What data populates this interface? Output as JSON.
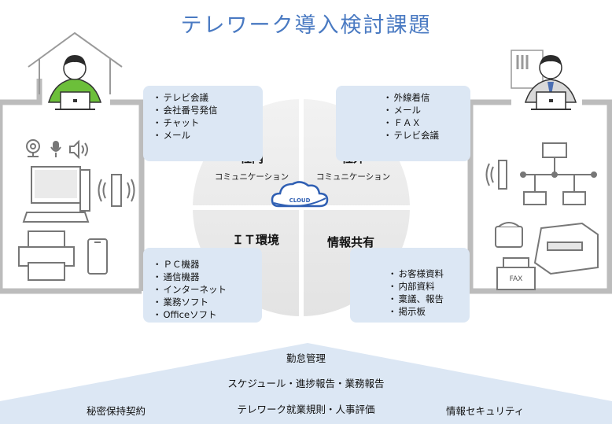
{
  "title": "テレワーク導入検討課題",
  "circle": {
    "top_left": {
      "title": "社内",
      "subtitle": "コミュニケーション"
    },
    "top_right": {
      "title": "社外",
      "subtitle": "コミュニケーション"
    },
    "bottom_left": {
      "title": "ＩＴ環境"
    },
    "bottom_right": {
      "title": "情報共有"
    },
    "cloud_label": "CLOUD"
  },
  "boxes": {
    "top_left": [
      "テレビ会議",
      "会社番号発信",
      "チャット",
      "メール"
    ],
    "top_right": [
      "外線着信",
      "メール",
      "ＦＡＸ",
      "テレビ会議"
    ],
    "bottom_left": [
      "ＰＣ機器",
      "通信機器",
      "インターネット",
      "業務ソフト",
      "Officeソフト"
    ],
    "bottom_right": [
      "お客様資料",
      "内部資料",
      "稟議、報告",
      "掲示板"
    ]
  },
  "foundation": {
    "row1": "勤怠管理",
    "row2": "スケジュール・進捗報告・業務報告",
    "row3_left": "秘密保持契約",
    "row3_center": "テレワーク就業規則・人事評価",
    "row3_right": "情報セキュリティ"
  },
  "icons": {
    "fax_label": "FAX"
  },
  "colors": {
    "title": "#4a7ac2",
    "box_fill": "#dce7f4",
    "foundation": "#dce7f4",
    "frame": "#bcbcbc",
    "shirt_green": "#6cbf3a",
    "cloud": "#2f5fb3"
  }
}
